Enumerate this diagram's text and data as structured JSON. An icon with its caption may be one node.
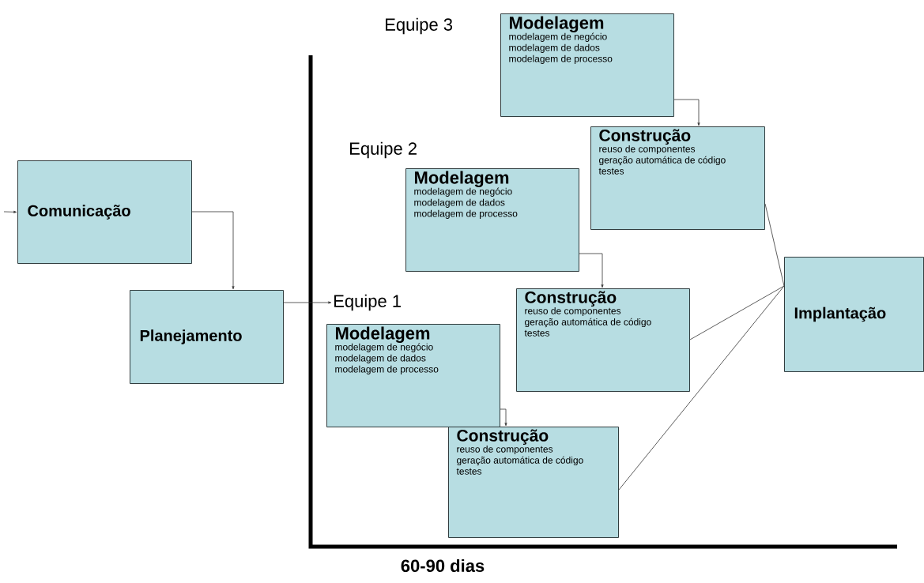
{
  "diagram": {
    "nodes": [
      {
        "text": [
          "Comunicação"
        ]
      },
      {
        "text": [
          "Planejamento"
        ]
      },
      {
        "text": [
          "Equipe 1"
        ]
      },
      {
        "text": [
          "Modelagem",
          "modelagem de negócio",
          "modelagem de dados",
          "modelagem de processo"
        ]
      },
      {
        "text": [
          "Construção",
          "reuso de componentes",
          "geração automática de código",
          "testes"
        ]
      },
      {
        "text": [
          "Modelagem",
          "modelagem de negócio",
          "modelagem de dados",
          "modelagem de processo"
        ]
      },
      {
        "text": [
          "Construção",
          "reuso de componentes",
          "geração automática de código",
          "testes"
        ]
      },
      {
        "text": [
          "Modelagem",
          "modelagem de negócio",
          "modelagem de dados",
          "modelagem de processo"
        ]
      },
      {
        "text": [
          "Construção",
          "reuso de componentes",
          "geração automática de código",
          "testes"
        ]
      },
      {
        "text": [
          "Implantação"
        ]
      }
    ],
    "edges": [
      {
        "from": null,
        "to": 0,
        "arrow": "to"
      },
      {
        "from": 0,
        "to": 1,
        "arrow": "to"
      },
      {
        "from": 1,
        "to": 2,
        "arrow": "to"
      },
      {
        "from": 3,
        "to": 4,
        "arrow": "to"
      },
      {
        "from": 5,
        "to": 6,
        "arrow": "to"
      },
      {
        "from": 7,
        "to": 8,
        "arrow": "to"
      },
      {
        "from": 4,
        "to": 9,
        "arrow": "none"
      },
      {
        "from": 6,
        "to": 9,
        "arrow": "none"
      },
      {
        "from": 8,
        "to": 9,
        "arrow": "none"
      }
    ],
    "labels": [
      "Equipe 3",
      "Equipe 2",
      "60-90 dias"
    ]
  }
}
